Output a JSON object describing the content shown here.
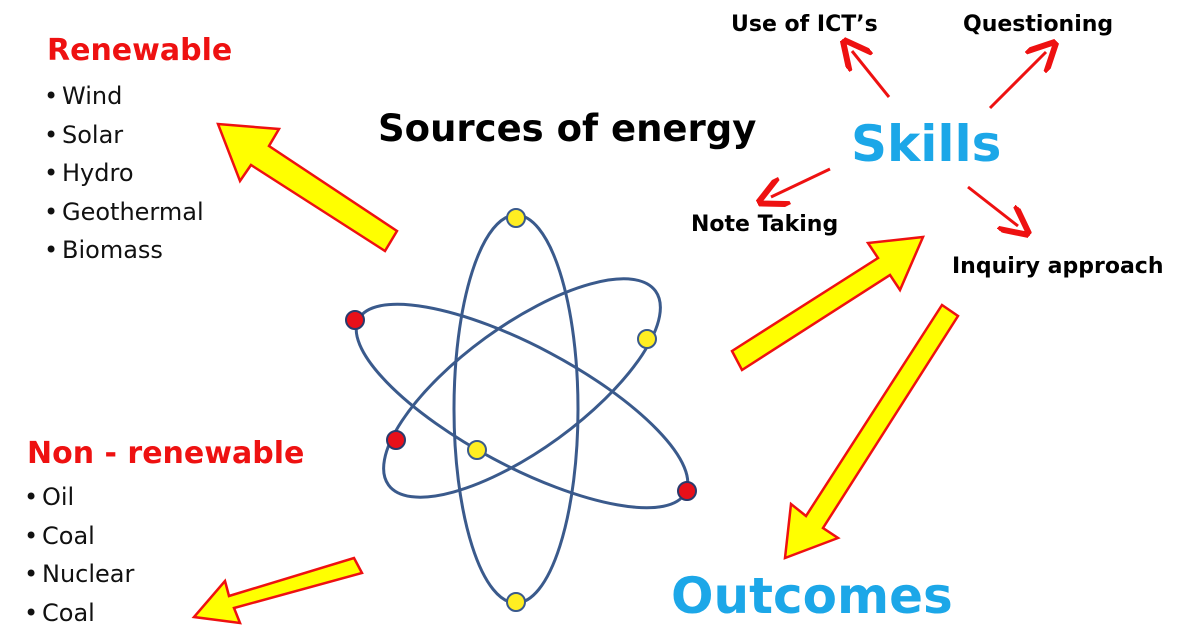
{
  "title": "Sources of energy",
  "renewable": {
    "heading": "Renewable",
    "items": [
      "Wind",
      "Solar",
      "Hydro",
      "Geothermal",
      "Biomass"
    ]
  },
  "non_renewable": {
    "heading": "Non - renewable",
    "items": [
      "Oil",
      "Coal",
      "Nuclear",
      "Coal"
    ]
  },
  "skills": {
    "label": "Skills",
    "items": [
      "Use of ICT’s",
      "Questioning",
      "Note Taking",
      "Inquiry approach"
    ]
  },
  "outcomes": "Outcomes",
  "bullet": "•",
  "colors": {
    "heading_red": "#ee1111",
    "accent_blue": "#1ca7e8",
    "arrow_fill": "#ffff00",
    "arrow_outline": "#ee1111",
    "orbit": "#3a5a8c",
    "electron_red": "#e8101a",
    "electron_yellow": "#ffee22"
  },
  "icons": [
    "atom-icon",
    "block-arrow-icon",
    "red-arrow-icon"
  ]
}
